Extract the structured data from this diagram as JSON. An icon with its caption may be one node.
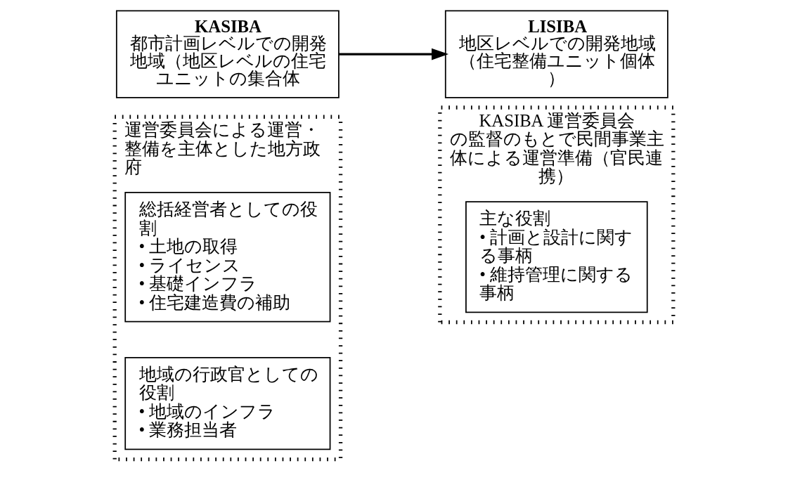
{
  "diagram": {
    "nodes": [
      {
        "text": [
          "KASIBA",
          "都市計画レベルでの開発地域（地区レベルの住宅ユニットの集合体"
        ]
      },
      {
        "text": [
          "LISIBA",
          "地区レベルでの開発地域（住宅整備ユニット個体）"
        ]
      },
      {
        "text": [
          "運営委員会による運営・整備を主体とした地方政府"
        ]
      },
      {
        "text": [
          "総括経営者としての役割",
          "• 土地の取得",
          "• ライセンス",
          "• 基礎インフラ",
          "• 住宅建造費の補助"
        ],
        "in": 2
      },
      {
        "text": [
          "地域の行政官としての役割",
          "• 地域のインフラ",
          "• 業務担当者"
        ],
        "in": 2
      },
      {
        "text": [
          "KASIBA 運営委員会の監督のもとで民間事業主体による運営準備（官民連携）"
        ]
      },
      {
        "text": [
          "主な役割",
          "• 計画と設計に関する事柄",
          "• 維持管理に関する事柄"
        ],
        "in": 5
      }
    ],
    "edges": [
      {
        "from": 0,
        "to": 1,
        "arrow": "to"
      }
    ]
  }
}
